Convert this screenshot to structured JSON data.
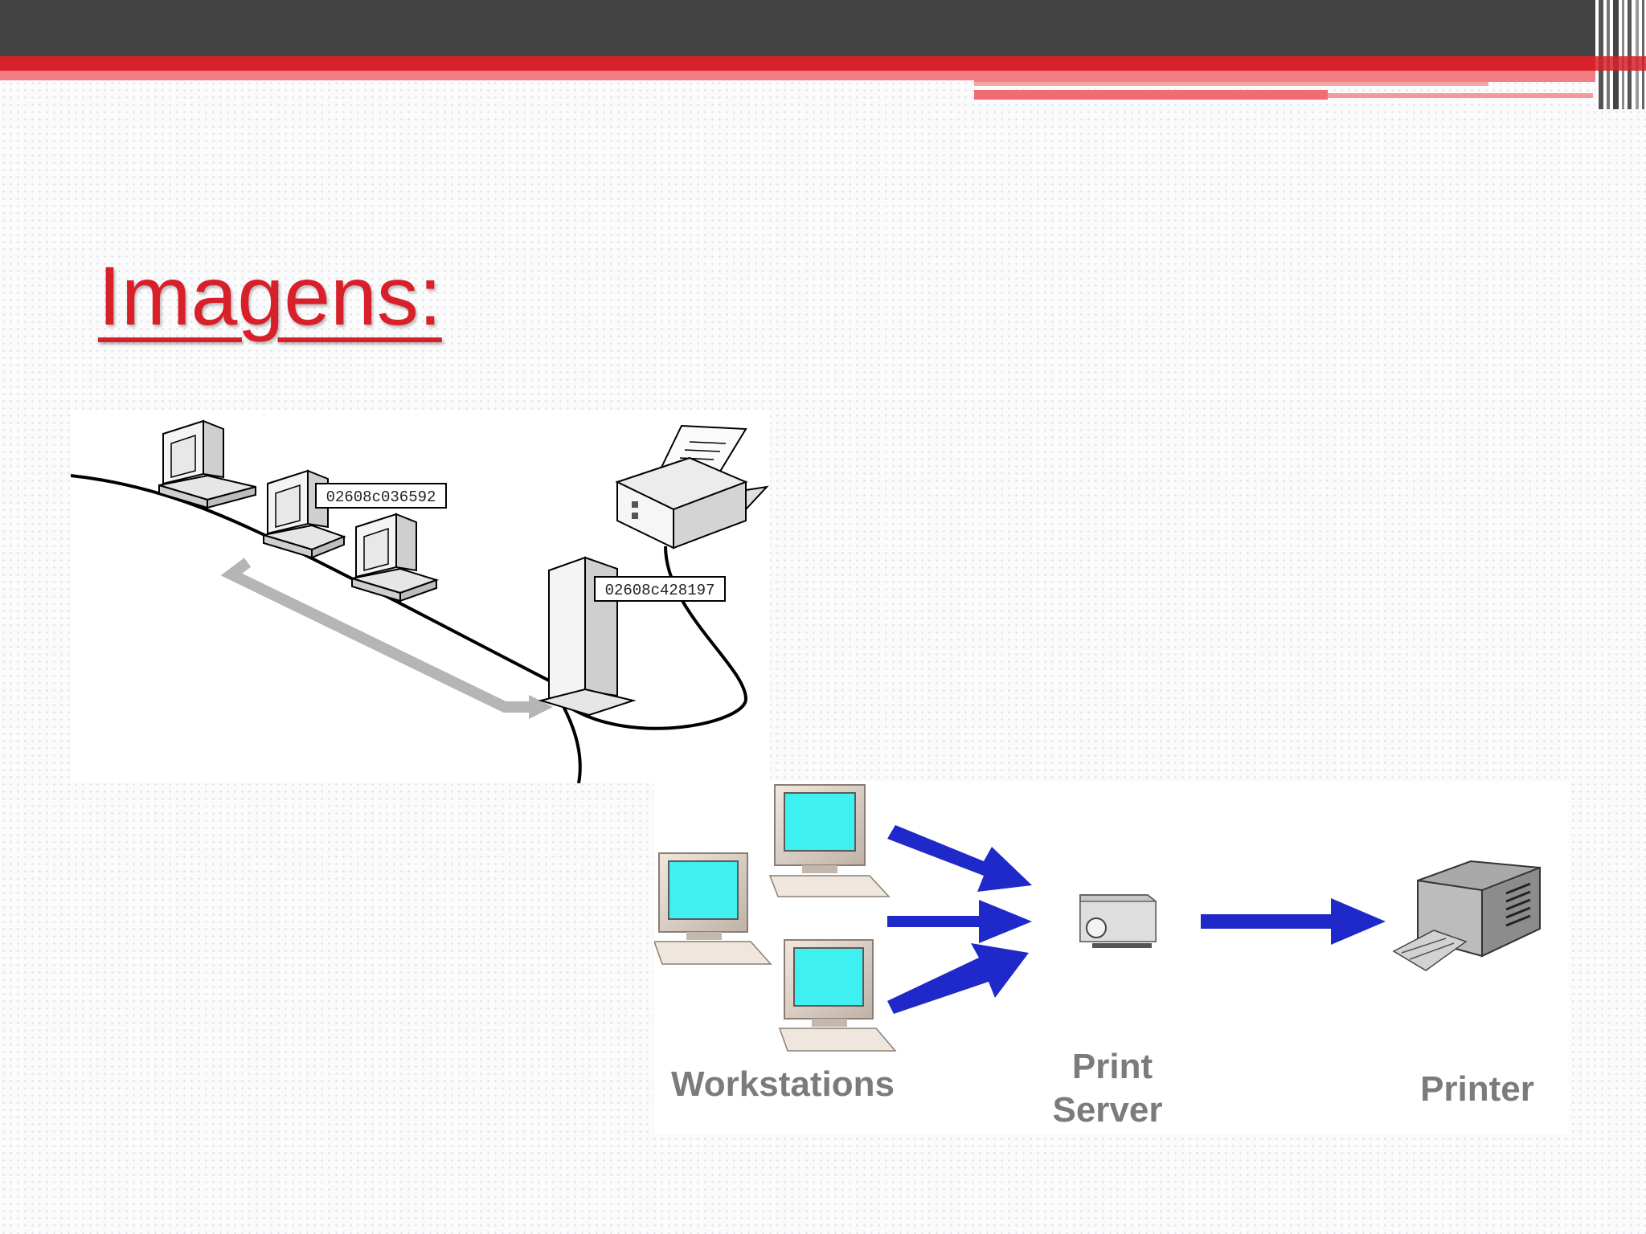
{
  "slide": {
    "title": "Imagens:"
  },
  "network_diagram": {
    "workstation_mac": "02608c036592",
    "server_mac": "02608c428197"
  },
  "print_flow_diagram": {
    "workstations_label": "Workstations",
    "print_server_label_line1": "Print",
    "print_server_label_line2": "Server",
    "printer_label": "Printer"
  },
  "colors": {
    "title_red": "#d8202a",
    "top_bar": "#434343",
    "arrow_blue": "#1f28c8",
    "screen_cyan": "#3ff0f0"
  }
}
